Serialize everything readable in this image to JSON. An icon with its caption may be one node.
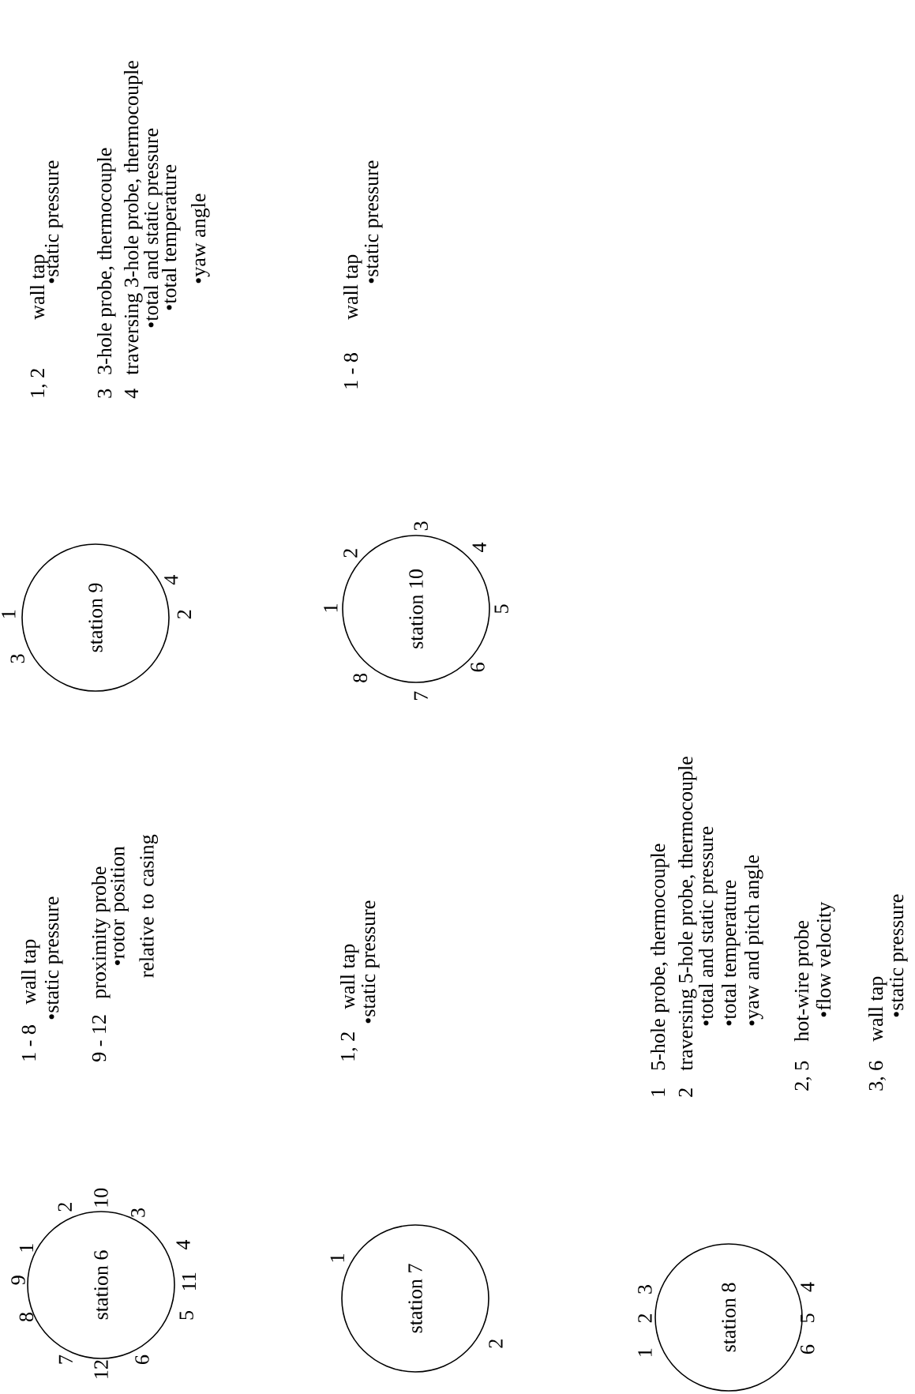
{
  "diagram": {
    "nodes": [
      {
        "text": [
          "station 6"
        ],
        "beside": [
          "8",
          "9",
          "1",
          "2",
          "10",
          "3",
          "4",
          "11",
          "5",
          "6",
          "12",
          "7",
          "1 - 8",
          "wall tap",
          "•static pressure",
          "9 - 12",
          "proximity probe",
          "•rotor position relative to casing"
        ]
      },
      {
        "text": [
          "station 7"
        ],
        "beside": [
          "1",
          "2",
          "1, 2",
          "wall tap",
          "•static pressure"
        ]
      },
      {
        "text": [
          "station 8"
        ],
        "beside": [
          "1",
          "2",
          "3",
          "4",
          "5",
          "6",
          "1",
          "5-hole probe, thermocouple",
          "2",
          "traversing 5-hole probe, thermocouple",
          "•total and static pressure",
          "•total temperature",
          "•yaw and pitch angle",
          "2, 5",
          "hot-wire probe",
          "•flow velocity",
          "3, 6",
          "wall tap",
          "•static pressure"
        ]
      },
      {
        "text": [
          "station 9"
        ],
        "beside": [
          "3",
          "1",
          "4",
          "2",
          "1, 2",
          "wall tap",
          "•static pressure",
          "3",
          "3-hole probe, thermocouple",
          "4",
          "traversing 3-hole probe, thermocouple",
          "•total and static pressure",
          "•total temperature",
          "•yaw angle"
        ]
      },
      {
        "text": [
          "station 10"
        ],
        "beside": [
          "1",
          "2",
          "3",
          "4",
          "5",
          "6",
          "7",
          "8",
          "1 - 8",
          "wall tap",
          "•static pressure"
        ]
      }
    ]
  }
}
